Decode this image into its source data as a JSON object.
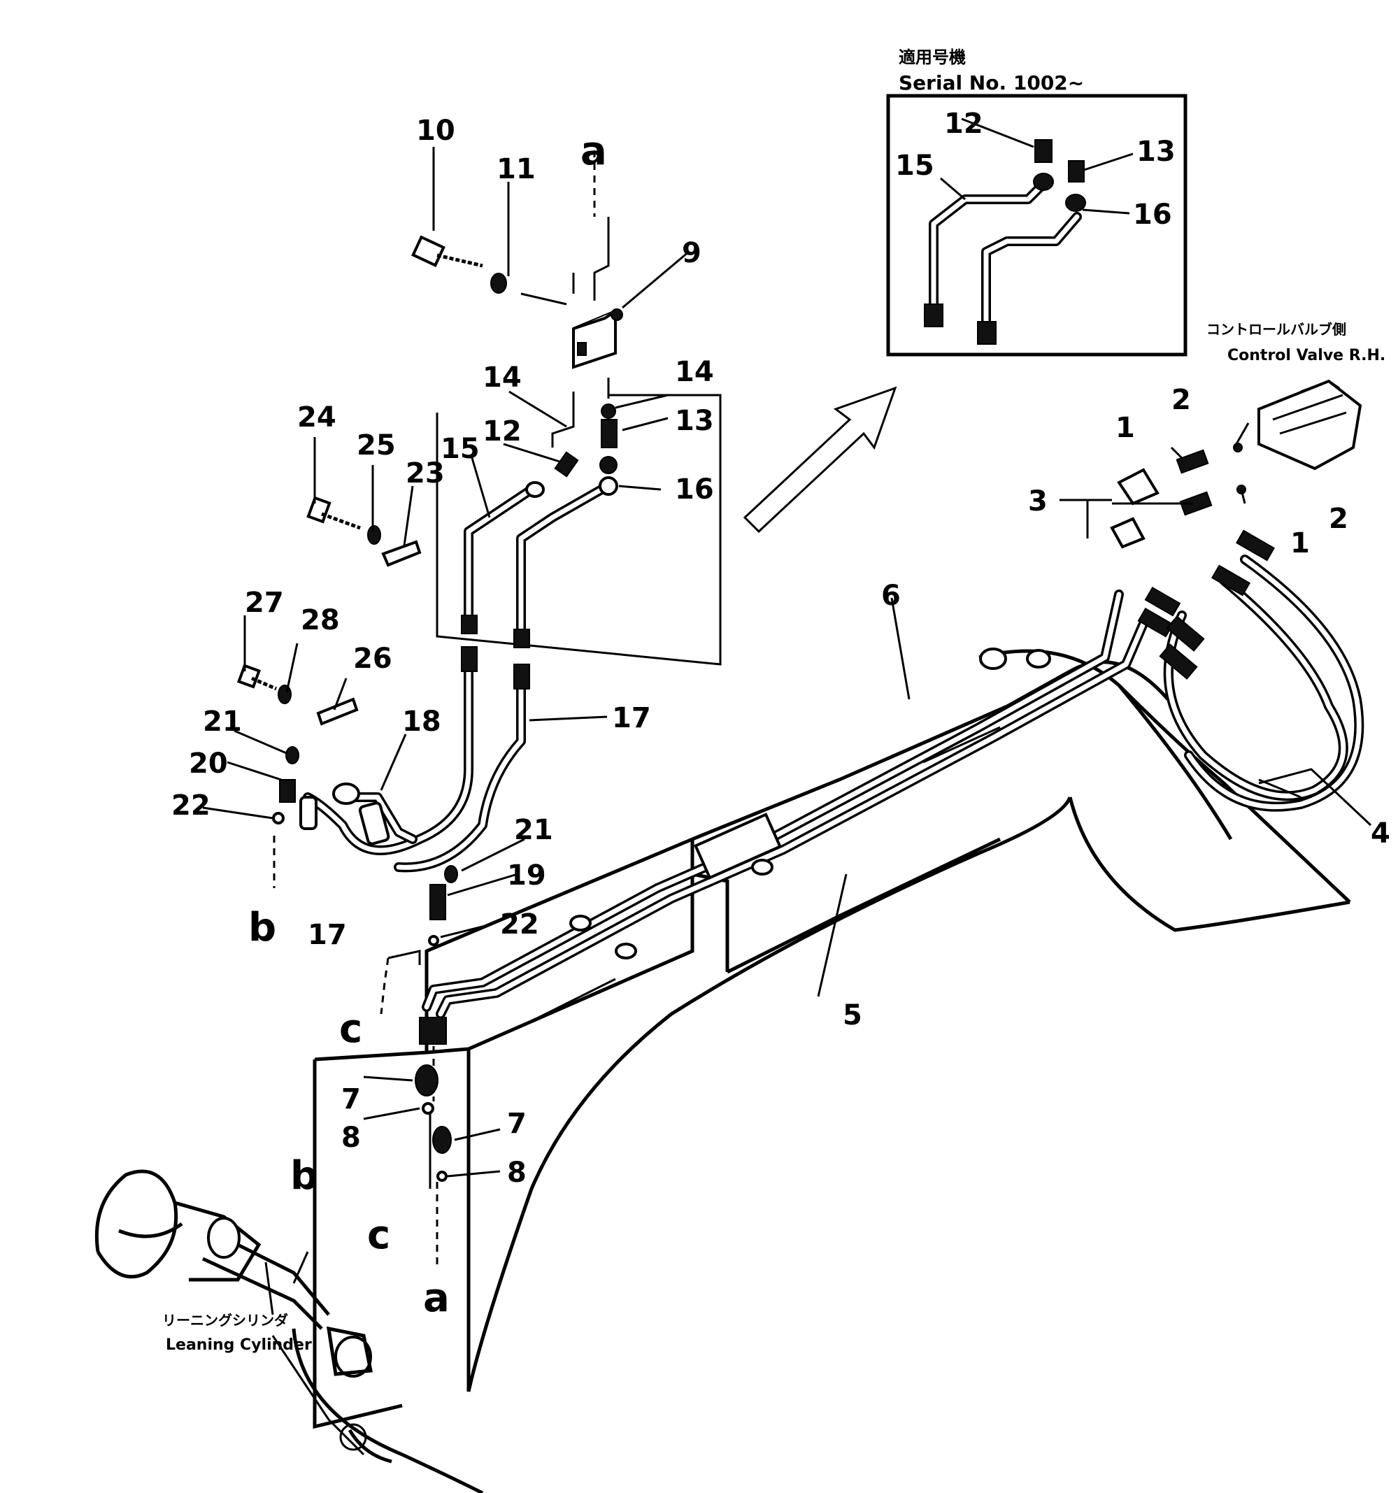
{
  "inset": {
    "serial_jp": "適用号機",
    "serial_en": "Serial No. 1002~"
  },
  "notes": {
    "control_valve_jp": "コントロールバルブ側",
    "control_valve_en": "Control Valve  R.H.",
    "leaning_cylinder_jp": "リーニングシリンダ",
    "leaning_cylinder_en": "Leaning Cylinder"
  },
  "callouts": {
    "p1a": "1",
    "p1b": "1",
    "p2a": "2",
    "p2b": "2",
    "p3": "3",
    "p4": "4",
    "p5": "5",
    "p6": "6",
    "p7a": "7",
    "p7b": "7",
    "p8a": "8",
    "p8b": "8",
    "p9": "9",
    "p10": "10",
    "p11": "11",
    "p12": "12",
    "p12i": "12",
    "p13": "13",
    "p13i": "13",
    "p14a": "14",
    "p14b": "14",
    "p15": "15",
    "p15i": "15",
    "p16": "16",
    "p16i": "16",
    "p17a": "17",
    "p17b": "17",
    "p18": "18",
    "p19": "19",
    "p20": "20",
    "p21a": "21",
    "p21b": "21",
    "p22a": "22",
    "p22b": "22",
    "p23": "23",
    "p24": "24",
    "p25": "25",
    "p26": "26",
    "p27": "27",
    "p28": "28"
  },
  "letters": {
    "a_top": "a",
    "a_bottom": "a",
    "b_left": "b",
    "b_lower": "b",
    "c_left": "c",
    "c_lower": "c"
  }
}
